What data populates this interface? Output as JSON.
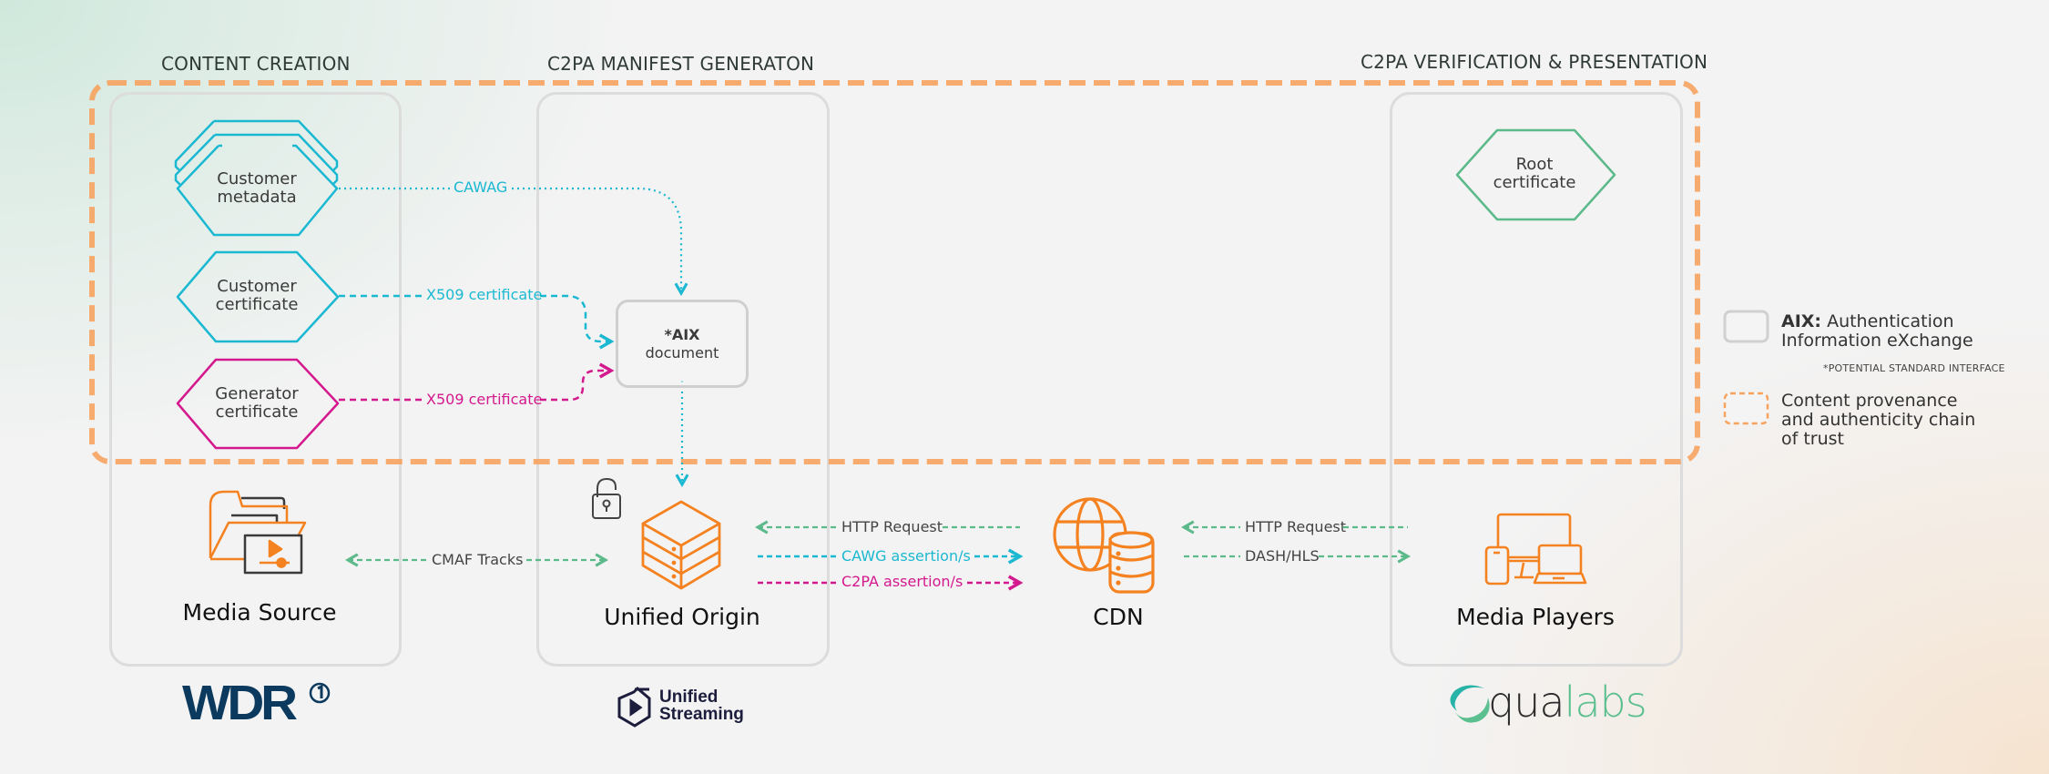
{
  "sections": {
    "content_creation": "CONTENT CREATION",
    "manifest_generation": "C2PA MANIFEST GENERATON",
    "verification": "C2PA VERIFICATION & PRESENTATION"
  },
  "hexagons": {
    "customer_metadata": [
      "Customer",
      "metadata"
    ],
    "customer_certificate": [
      "Customer",
      "certificate"
    ],
    "generator_certificate": [
      "Generator",
      "certificate"
    ],
    "root_certificate": [
      "Root",
      "certificate"
    ]
  },
  "aix_document": {
    "title": "*AIX",
    "subtitle": "document"
  },
  "flows": {
    "cawag": "CAWAG",
    "x509_customer": "X509 certificate",
    "x509_generator": "X509 certificate",
    "cmaf_tracks": "CMAF Tracks",
    "http_request_origin": "HTTP Request",
    "cawg_assertions": "CAWG assertion/s",
    "c2pa_assertions": "C2PA assertion/s",
    "http_request_cdn": "HTTP Request",
    "dash_hls": "DASH/HLS"
  },
  "nodes": {
    "media_source": "Media Source",
    "unified_origin": "Unified Origin",
    "cdn": "CDN",
    "media_players": "Media Players"
  },
  "logos": {
    "wdr": "WDR",
    "wdr_badge": "1",
    "unified_streaming_line1": "Unified",
    "unified_streaming_line2": "Streaming",
    "qualabs_dark": "qua",
    "qualabs_green": "labs"
  },
  "legend": {
    "aix_term": "AIX:",
    "aix_line1": " Authentication",
    "aix_line2": "Information eXchange",
    "note": "*POTENTIAL STANDARD INTERFACE",
    "chain_line1": "Content provenance",
    "chain_line2": "and authenticity chain",
    "chain_line3": "of trust"
  },
  "colors": {
    "cyan": "#1bb8d2",
    "magenta": "#d4198e",
    "green": "#5bb98a",
    "orange_dashed": "#f7a35f",
    "orange_icon": "#f58220",
    "column_border": "#dcdcdc",
    "wdr_navy": "#0b3a5e",
    "unified_navy": "#1c1d3d"
  }
}
